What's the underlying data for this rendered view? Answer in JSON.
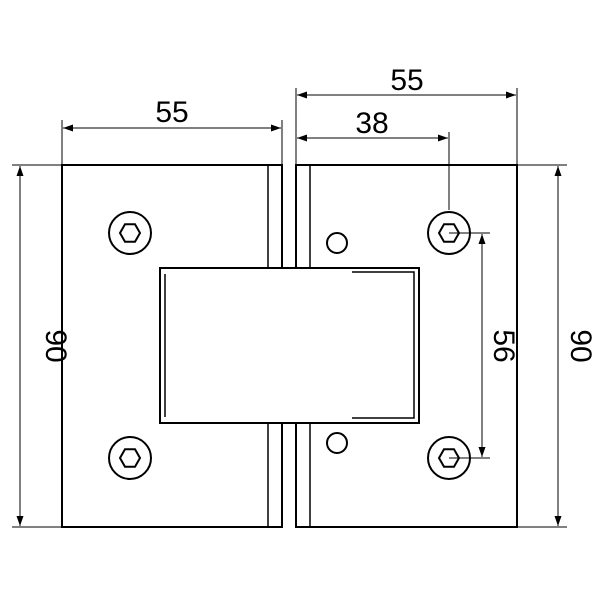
{
  "diagram": {
    "line_color": "#000000",
    "background": "#ffffff",
    "dimensions": {
      "left_width": "55",
      "right_width": "55",
      "hole_offset": "38",
      "left_height": "90",
      "right_height": "90",
      "hole_spacing": "56"
    },
    "parts": {
      "left_plate": "hinge-plate",
      "right_plate": "hinge-plate",
      "hinge_body": "rectangular-knuckle",
      "screws": "hex-socket-screw-icon",
      "pins": "round-pin-icon"
    }
  }
}
